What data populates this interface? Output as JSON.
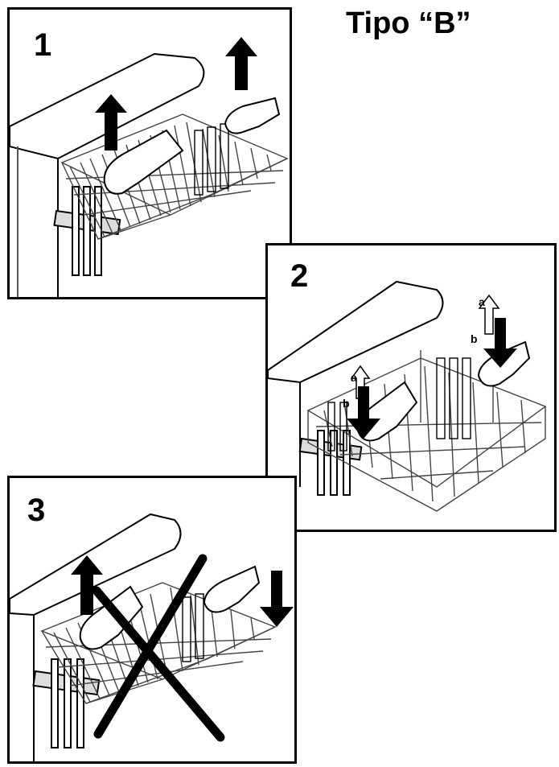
{
  "title": "Tipo “B”",
  "steps": [
    {
      "number": "1"
    },
    {
      "number": "2",
      "labels": {
        "a1": "a",
        "b1": "b",
        "a2": "a",
        "b2": "b"
      }
    },
    {
      "number": "3"
    }
  ],
  "icons": [
    "arrow-up-icon",
    "arrow-down-icon",
    "cross-icon",
    "hand-icon",
    "basket-icon"
  ],
  "colors": {
    "ink": "#000000",
    "line": "#444444",
    "hand": "#ffffff"
  }
}
